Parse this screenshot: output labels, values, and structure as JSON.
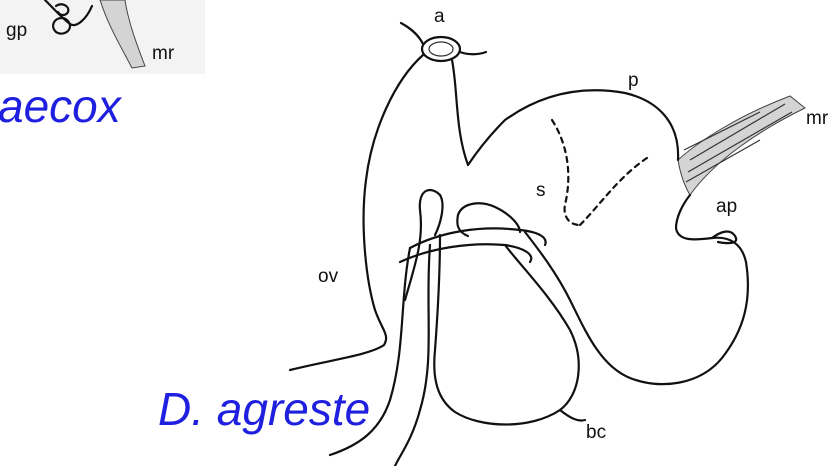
{
  "colors": {
    "species_label": "#1f1fdf",
    "line": "#111111",
    "background": "#ffffff"
  },
  "top_inset": {
    "labels": {
      "gp": "gp",
      "mr": "mr"
    }
  },
  "species": {
    "top": "aecox",
    "bottom": "D. agreste"
  },
  "diagram": {
    "labels": {
      "a": "a",
      "p": "p",
      "mr": "mr",
      "s": "s",
      "ap": "ap",
      "ov": "ov",
      "bc": "bc"
    }
  }
}
